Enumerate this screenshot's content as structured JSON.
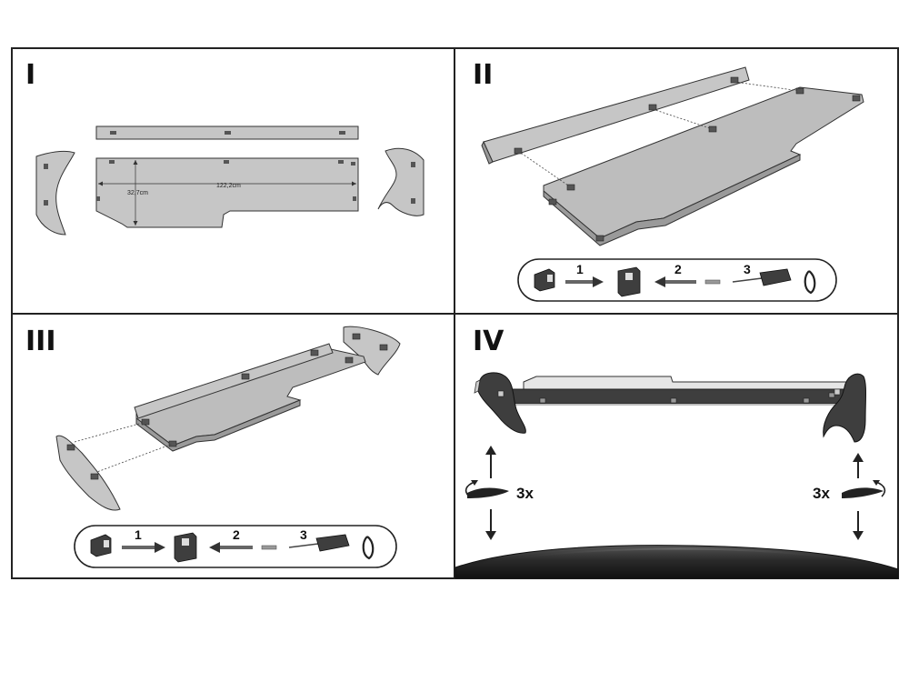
{
  "panels": [
    {
      "label": "I"
    },
    {
      "label": "II"
    },
    {
      "label": "III"
    },
    {
      "label": "IV"
    }
  ],
  "dimensions": {
    "length": "122,2cm",
    "width": "32,7cm"
  },
  "steps": [
    "1",
    "2",
    "3"
  ],
  "repeat": "3x",
  "colors": {
    "panel_fill": "#c6c6c6",
    "board_top": "#bdbdbd",
    "board_edge": "#9a9a9a",
    "dark": "#3e3e3e",
    "line": "#222222"
  }
}
